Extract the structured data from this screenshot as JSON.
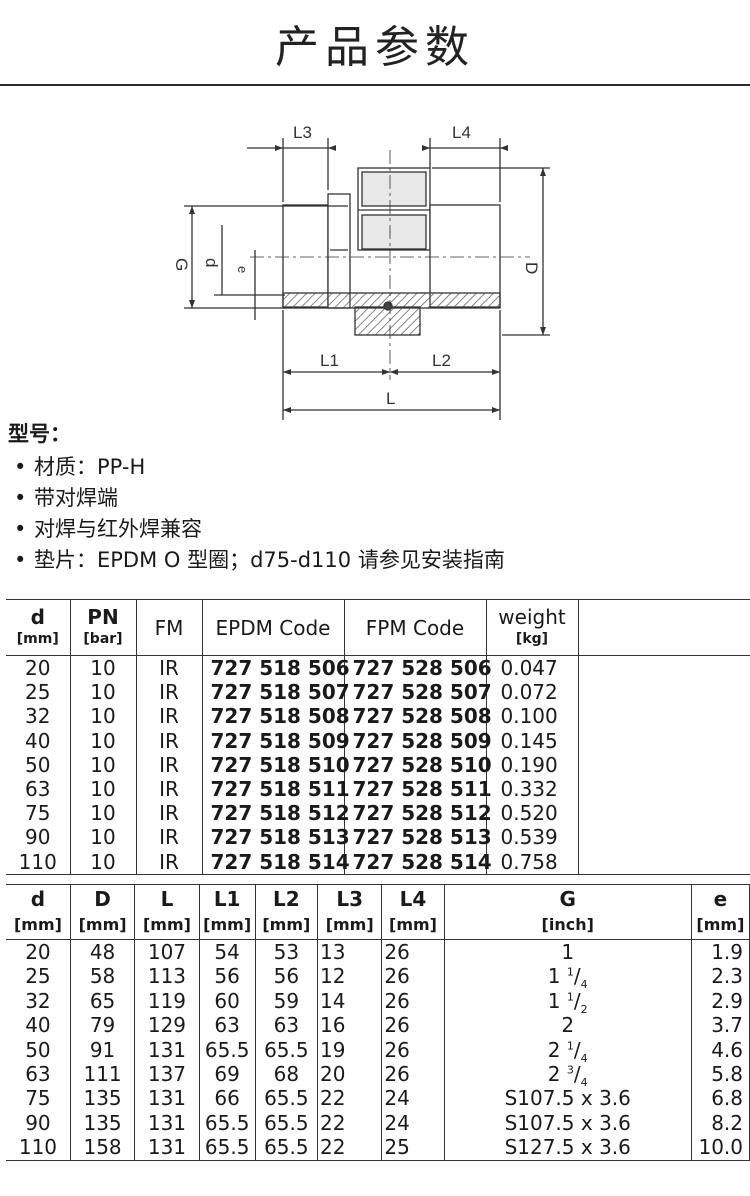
{
  "title": "产品参数",
  "diagram": {
    "labels": {
      "L3": "L3",
      "L4": "L4",
      "G": "G",
      "d": "d",
      "e": "e",
      "D": "D",
      "L1": "L1",
      "L2": "L2",
      "L": "L"
    }
  },
  "specs": {
    "heading": "型号：",
    "items": [
      "材质：PP-H",
      "带对焊端",
      "对焊与红外焊兼容",
      "垫片：EPDM O 型圈；d75-d110 请参见安装指南"
    ]
  },
  "table1": {
    "headers": [
      {
        "name": "d",
        "unit": "[mm]"
      },
      {
        "name": "PN",
        "unit": "[bar]"
      },
      {
        "name": "FM",
        "unit": ""
      },
      {
        "name": "EPDM Code",
        "unit": ""
      },
      {
        "name": "FPM Code",
        "unit": ""
      },
      {
        "name": "weight",
        "unit": "[kg]"
      }
    ],
    "rows": [
      [
        "20",
        "10",
        "IR",
        "727 518 506",
        "727 528 506",
        "0.047"
      ],
      [
        "25",
        "10",
        "IR",
        "727 518 507",
        "727 528 507",
        "0.072"
      ],
      [
        "32",
        "10",
        "IR",
        "727 518 508",
        "727 528 508",
        "0.100"
      ],
      [
        "40",
        "10",
        "IR",
        "727 518 509",
        "727 528 509",
        "0.145"
      ],
      [
        "50",
        "10",
        "IR",
        "727 518 510",
        "727 528 510",
        "0.190"
      ],
      [
        "63",
        "10",
        "IR",
        "727 518 511",
        "727 528 511",
        "0.332"
      ],
      [
        "75",
        "10",
        "IR",
        "727 518 512",
        "727 528 512",
        "0.520"
      ],
      [
        "90",
        "10",
        "IR",
        "727 518 513",
        "727 528 513",
        "0.539"
      ],
      [
        "110",
        "10",
        "IR",
        "727 518 514",
        "727 528 514",
        "0.758"
      ]
    ]
  },
  "table2": {
    "headers": [
      {
        "name": "d",
        "unit": "[mm]"
      },
      {
        "name": "D",
        "unit": "[mm]"
      },
      {
        "name": "L",
        "unit": "[mm]"
      },
      {
        "name": "L1",
        "unit": "[mm]"
      },
      {
        "name": "L2",
        "unit": "[mm]"
      },
      {
        "name": "L3",
        "unit": "[mm]"
      },
      {
        "name": "L4",
        "unit": "[mm]"
      },
      {
        "name": "G",
        "unit": "[inch]"
      },
      {
        "name": "e",
        "unit": "[mm]"
      }
    ],
    "rows": [
      {
        "d": "20",
        "D": "48",
        "L": "107",
        "L1": "54",
        "L2": "53",
        "L3": "13",
        "L4": "26",
        "G_whole": "1",
        "G_num": "",
        "G_den": "",
        "e": "1.9"
      },
      {
        "d": "25",
        "D": "58",
        "L": "113",
        "L1": "56",
        "L2": "56",
        "L3": "12",
        "L4": "26",
        "G_whole": "1",
        "G_num": "1",
        "G_den": "4",
        "e": "2.3"
      },
      {
        "d": "32",
        "D": "65",
        "L": "119",
        "L1": "60",
        "L2": "59",
        "L3": "14",
        "L4": "26",
        "G_whole": "1",
        "G_num": "1",
        "G_den": "2",
        "e": "2.9"
      },
      {
        "d": "40",
        "D": "79",
        "L": "129",
        "L1": "63",
        "L2": "63",
        "L3": "16",
        "L4": "26",
        "G_whole": "2",
        "G_num": "",
        "G_den": "",
        "e": "3.7"
      },
      {
        "d": "50",
        "D": "91",
        "L": "131",
        "L1": "65.5",
        "L2": "65.5",
        "L3": "19",
        "L4": "26",
        "G_whole": "2",
        "G_num": "1",
        "G_den": "4",
        "e": "4.6"
      },
      {
        "d": "63",
        "D": "111",
        "L": "137",
        "L1": "69",
        "L2": "68",
        "L3": "20",
        "L4": "26",
        "G_whole": "2",
        "G_num": "3",
        "G_den": "4",
        "e": "5.8"
      },
      {
        "d": "75",
        "D": "135",
        "L": "131",
        "L1": "66",
        "L2": "65.5",
        "L3": "22",
        "L4": "24",
        "G_whole": "S107.5 x 3.6",
        "G_num": "",
        "G_den": "",
        "e": "6.8"
      },
      {
        "d": "90",
        "D": "135",
        "L": "131",
        "L1": "65.5",
        "L2": "65.5",
        "L3": "22",
        "L4": "24",
        "G_whole": "S107.5 x 3.6",
        "G_num": "",
        "G_den": "",
        "e": "8.2"
      },
      {
        "d": "110",
        "D": "158",
        "L": "131",
        "L1": "65.5",
        "L2": "65.5",
        "L3": "22",
        "L4": "25",
        "G_whole": "S127.5 x 3.6",
        "G_num": "",
        "G_den": "",
        "e": "10.0"
      }
    ]
  }
}
